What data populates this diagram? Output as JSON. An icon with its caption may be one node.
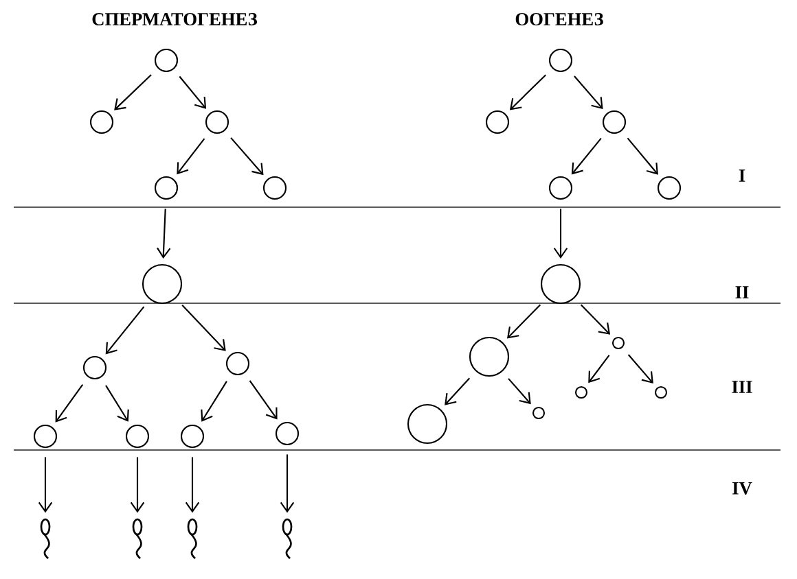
{
  "diagram": {
    "nodes": [
      {
        "text": [],
        "shape": "circle"
      },
      {
        "text": [],
        "shape": "circle"
      },
      {
        "text": [],
        "shape": "circle"
      },
      {
        "text": [],
        "shape": "circle"
      },
      {
        "text": [],
        "shape": "circle"
      },
      {
        "text": [],
        "shape": "circle"
      },
      {
        "text": [],
        "shape": "circle"
      },
      {
        "text": [],
        "shape": "circle"
      },
      {
        "text": [],
        "shape": "circle"
      },
      {
        "text": [],
        "shape": "circle"
      },
      {
        "text": [],
        "shape": "circle"
      },
      {
        "text": [],
        "shape": "circle"
      },
      {
        "text": [],
        "shape": "sperm"
      },
      {
        "text": [],
        "shape": "sperm"
      },
      {
        "text": [],
        "shape": "sperm"
      },
      {
        "text": [],
        "shape": "sperm"
      },
      {
        "text": [],
        "shape": "circle"
      },
      {
        "text": [],
        "shape": "circle"
      },
      {
        "text": [],
        "shape": "circle"
      },
      {
        "text": [],
        "shape": "circle"
      },
      {
        "text": [],
        "shape": "circle"
      },
      {
        "text": [],
        "shape": "circle"
      },
      {
        "text": [],
        "shape": "circle"
      },
      {
        "text": [],
        "shape": "circle"
      },
      {
        "text": [],
        "shape": "circle"
      },
      {
        "text": [],
        "shape": "circle"
      },
      {
        "text": [],
        "shape": "circle"
      },
      {
        "text": [],
        "shape": "circle"
      }
    ],
    "edges": [
      {
        "from": 0,
        "to": 1,
        "arrow": "to"
      },
      {
        "from": 0,
        "to": 2,
        "arrow": "to"
      },
      {
        "from": 2,
        "to": 3,
        "arrow": "to"
      },
      {
        "from": 2,
        "to": 4,
        "arrow": "to"
      },
      {
        "from": 3,
        "to": 5,
        "arrow": "to"
      },
      {
        "from": 5,
        "to": 6,
        "arrow": "to"
      },
      {
        "from": 5,
        "to": 7,
        "arrow": "to"
      },
      {
        "from": 6,
        "to": 8,
        "arrow": "to"
      },
      {
        "from": 6,
        "to": 9,
        "arrow": "to"
      },
      {
        "from": 7,
        "to": 10,
        "arrow": "to"
      },
      {
        "from": 7,
        "to": 11,
        "arrow": "to"
      },
      {
        "from": 8,
        "to": 12,
        "arrow": "to"
      },
      {
        "from": 9,
        "to": 13,
        "arrow": "to"
      },
      {
        "from": 10,
        "to": 14,
        "arrow": "to"
      },
      {
        "from": 11,
        "to": 15,
        "arrow": "to"
      },
      {
        "from": 16,
        "to": 17,
        "arrow": "to"
      },
      {
        "from": 16,
        "to": 18,
        "arrow": "to"
      },
      {
        "from": 18,
        "to": 19,
        "arrow": "to"
      },
      {
        "from": 18,
        "to": 20,
        "arrow": "to"
      },
      {
        "from": 19,
        "to": 21,
        "arrow": "to"
      },
      {
        "from": 21,
        "to": 22,
        "arrow": "to"
      },
      {
        "from": 21,
        "to": 23,
        "arrow": "to"
      },
      {
        "from": 22,
        "to": 24,
        "arrow": "to"
      },
      {
        "from": 22,
        "to": 25,
        "arrow": "to"
      },
      {
        "from": 23,
        "to": 26,
        "arrow": "to"
      },
      {
        "from": 23,
        "to": 27,
        "arrow": "to"
      }
    ],
    "labels": [
      "СПЕРМАТОГЕНЕЗ",
      "ООГЕНЕЗ",
      "I",
      "II",
      "III",
      "IV"
    ]
  }
}
